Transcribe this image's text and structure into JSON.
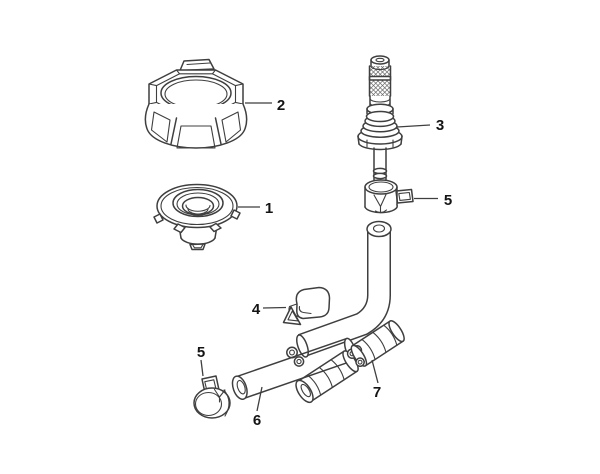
{
  "figure": {
    "background": "#ffffff",
    "line_color": "#3f3f3f",
    "label_color": "#141414"
  },
  "callouts": [
    {
      "number": "1"
    },
    {
      "number": "2"
    },
    {
      "number": "3"
    },
    {
      "number": "4"
    },
    {
      "number": "5"
    },
    {
      "number": "5"
    },
    {
      "number": "6"
    },
    {
      "number": "7"
    }
  ]
}
